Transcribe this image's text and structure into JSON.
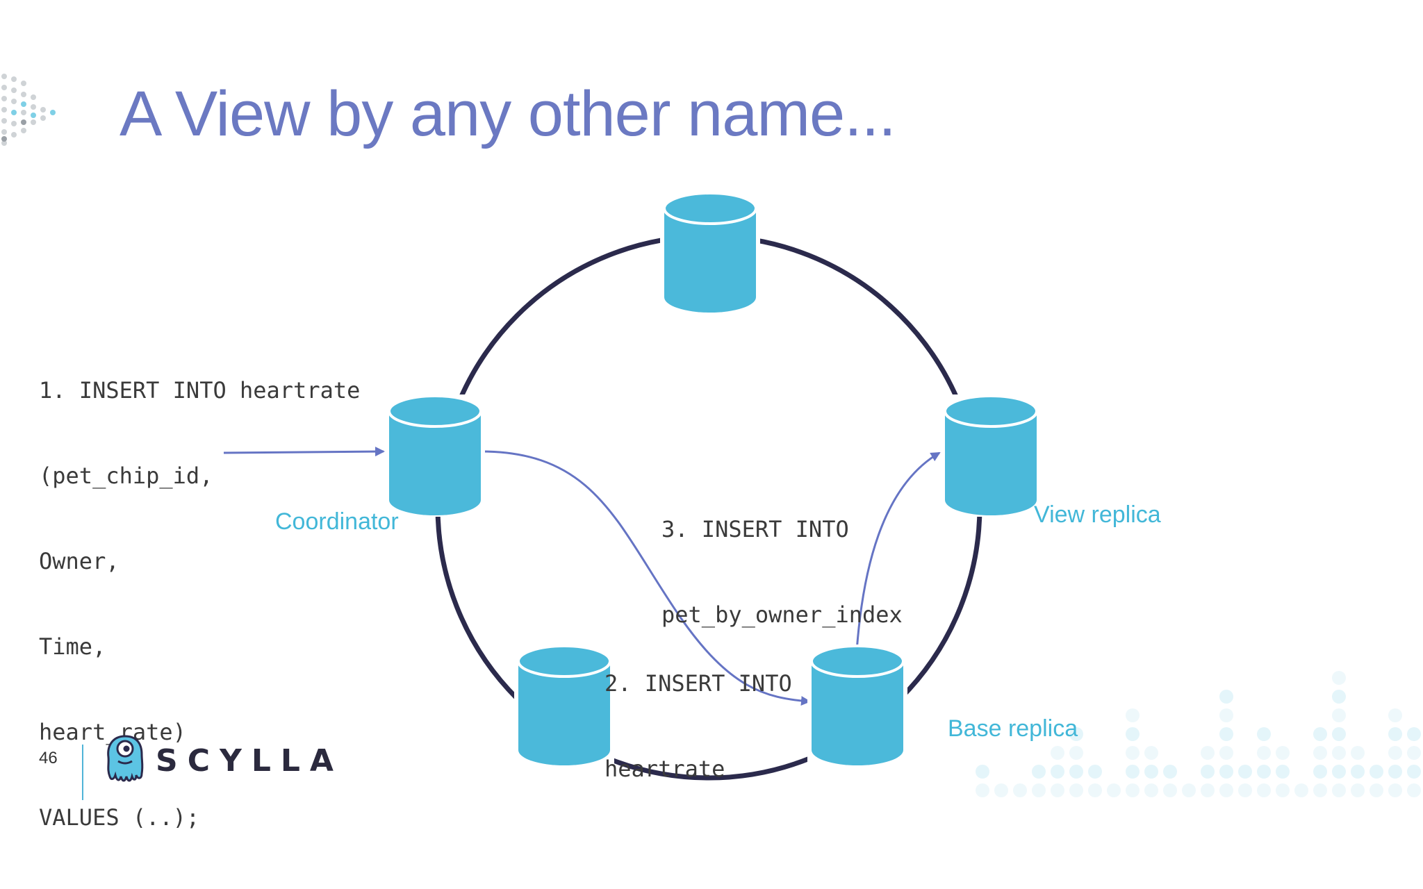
{
  "slide": {
    "title": "A View by any other name...",
    "page_number": "46",
    "brand": "SCYLLA"
  },
  "diagram": {
    "nodes": [
      {
        "id": "top",
        "label": ""
      },
      {
        "id": "coordinator",
        "label": "Coordinator"
      },
      {
        "id": "view_replica",
        "label": "View replica"
      },
      {
        "id": "bottom_left",
        "label": ""
      },
      {
        "id": "base_replica",
        "label": "Base replica"
      }
    ],
    "steps": [
      {
        "id": "step1",
        "lines": [
          "1. INSERT INTO heartrate",
          "(pet_chip_id,",
          "Owner,",
          "Time,",
          "heart_rate)",
          "VALUES (..);"
        ]
      },
      {
        "id": "step2",
        "lines": [
          "2. INSERT INTO",
          "heartrate"
        ]
      },
      {
        "id": "step3",
        "lines": [
          "3. INSERT INTO",
          "pet_by_owner_index"
        ]
      }
    ]
  },
  "colors": {
    "title": "#6b79c2",
    "node_fill": "#4bb9da",
    "ring": "#2b2a4c",
    "arrow": "#6574c4",
    "label": "#42b7d8"
  }
}
